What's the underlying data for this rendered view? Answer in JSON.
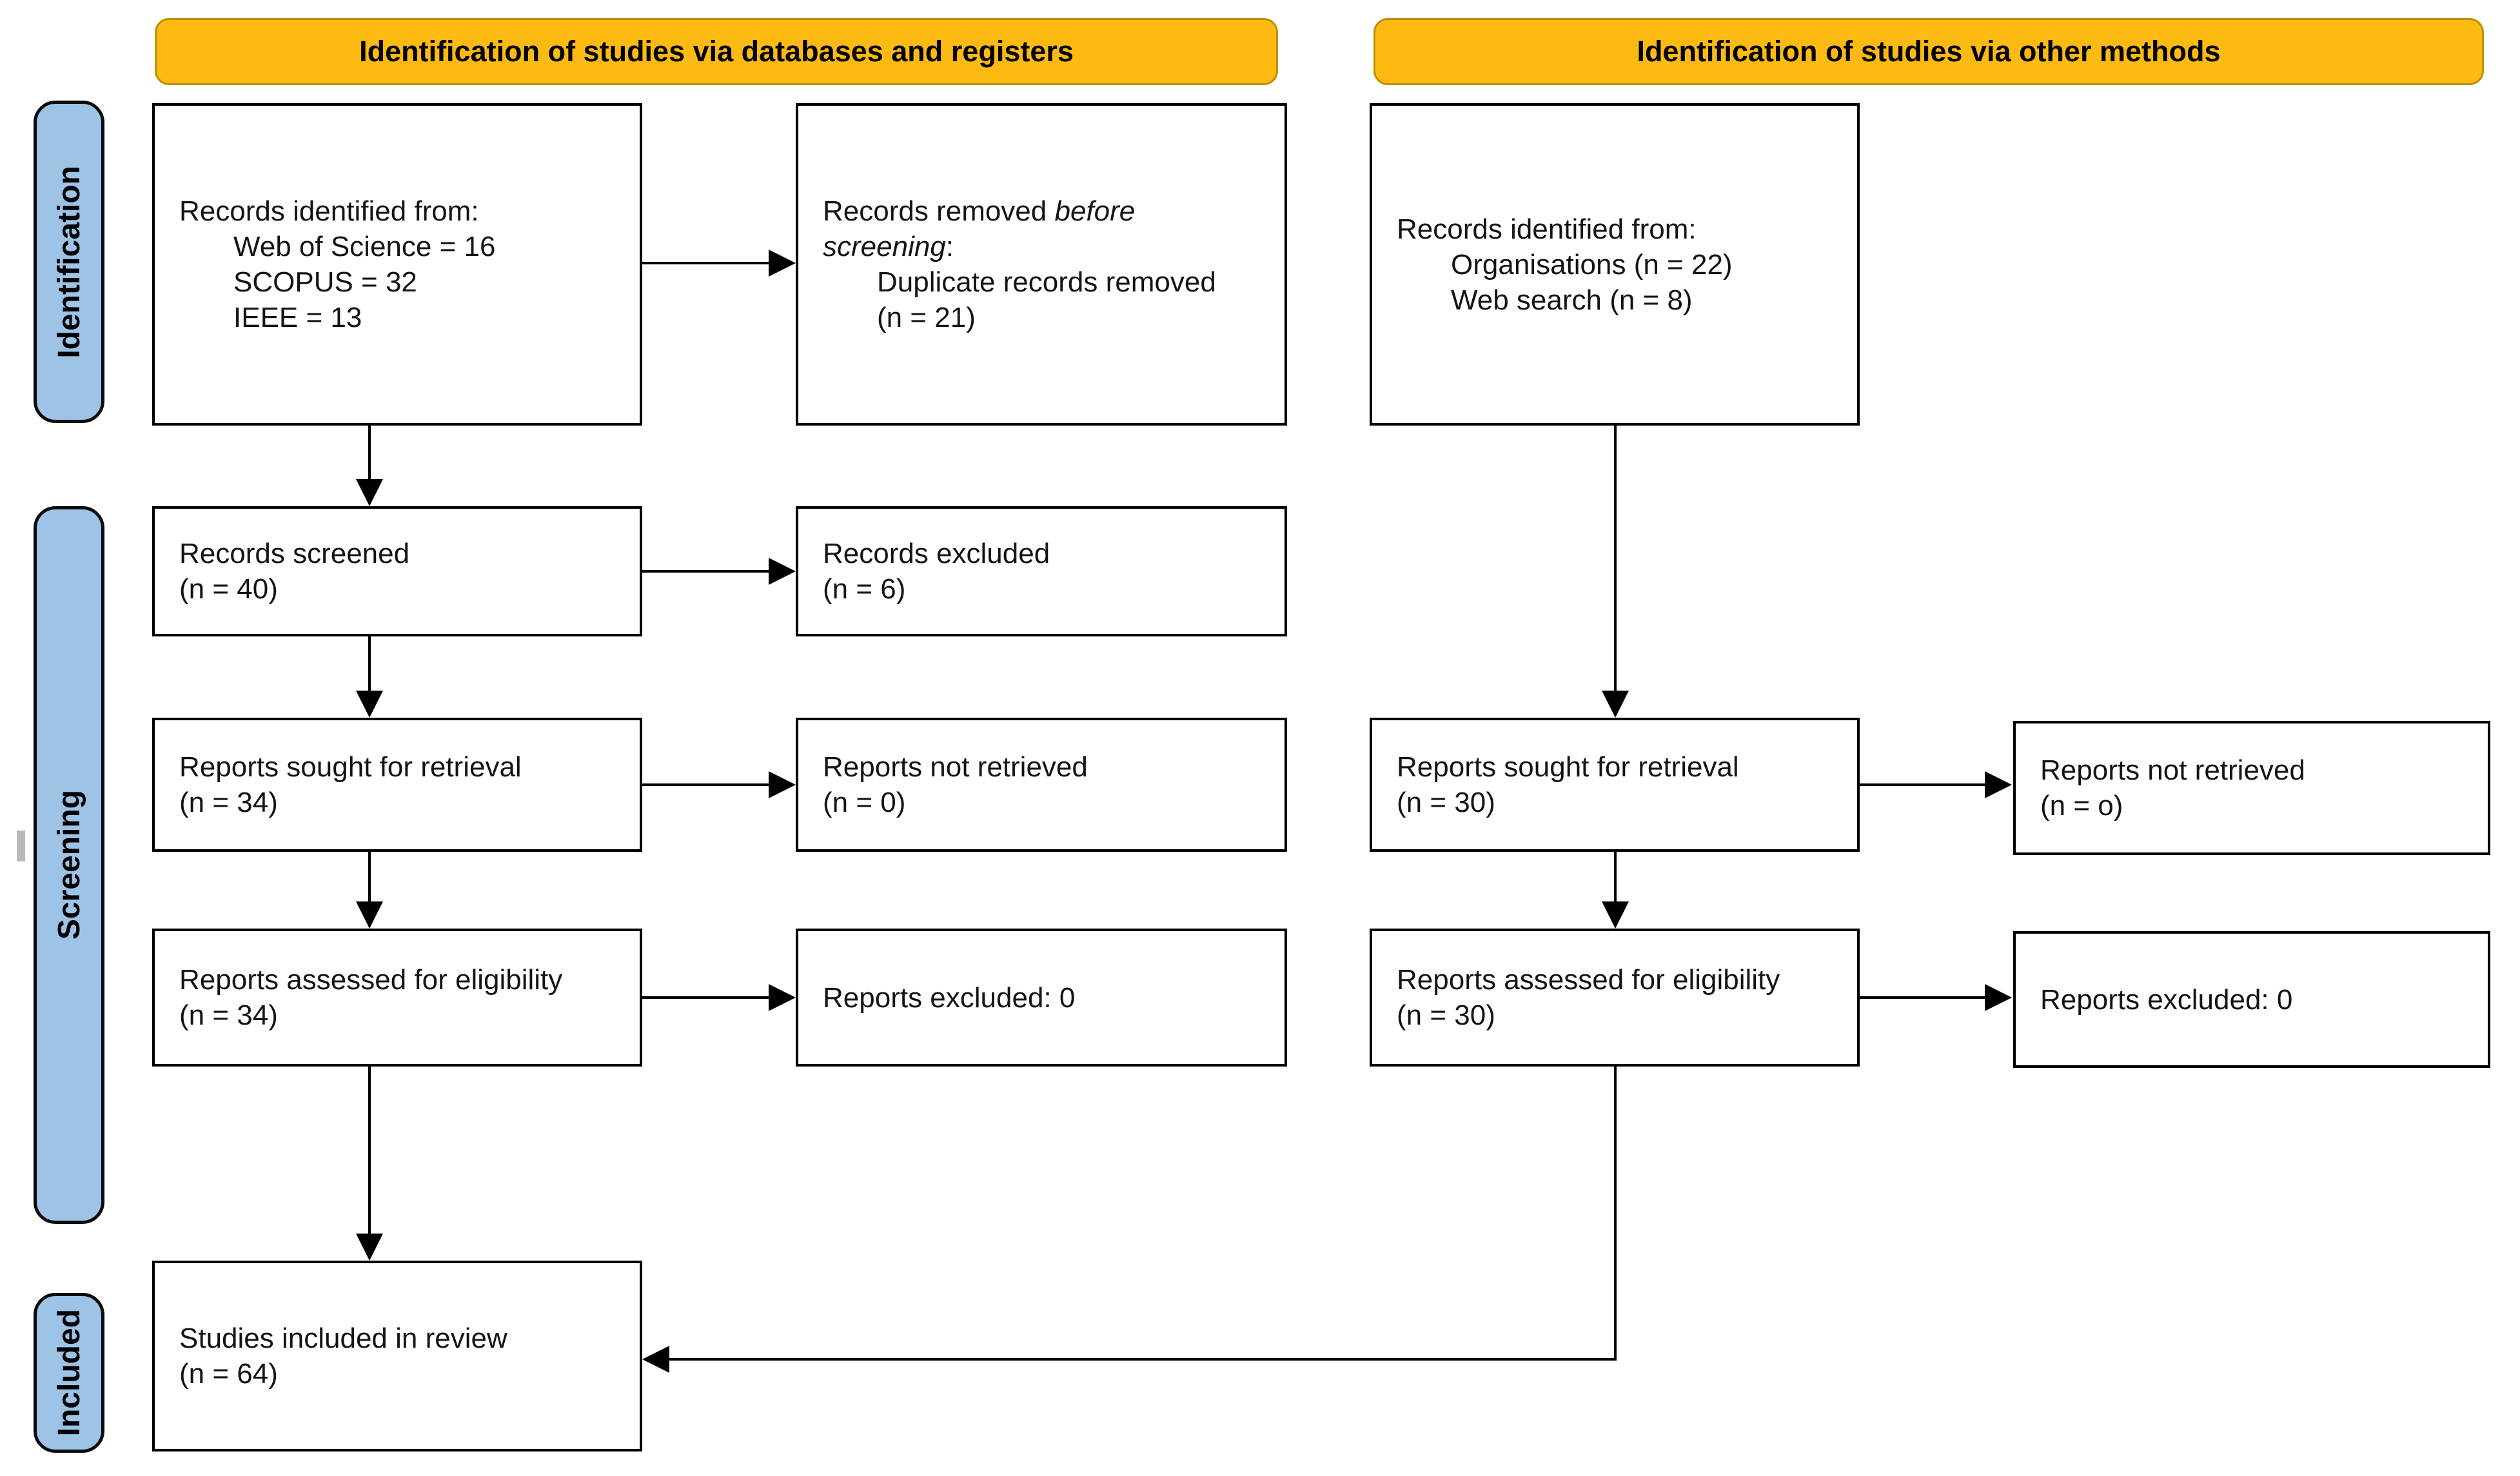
{
  "banners": {
    "databases": "Identification of studies via databases and registers",
    "other_methods": "Identification of studies via other methods"
  },
  "stages": {
    "identification": "Identification",
    "screening": "Screening",
    "included": "Included"
  },
  "boxes": {
    "db_records_identified": {
      "lines": [
        {
          "text": "Records identified from:",
          "indent": 0
        },
        {
          "text": "Web of Science = 16",
          "indent": 1
        },
        {
          "text": "SCOPUS = 32",
          "indent": 1
        },
        {
          "text": "IEEE = 13",
          "indent": 1
        }
      ]
    },
    "records_removed": {
      "lines": [
        {
          "parts": [
            {
              "text": "Records removed "
            },
            {
              "text": "before",
              "italic": true
            }
          ],
          "indent": 0
        },
        {
          "parts": [
            {
              "text": "screening",
              "italic": true
            },
            {
              "text": ":"
            }
          ],
          "indent": 0
        },
        {
          "text": "Duplicate records removed",
          "indent": 1
        },
        {
          "text": "(n = 21)",
          "indent": 1
        }
      ]
    },
    "other_records_identified": {
      "lines": [
        {
          "text": "Records identified from:",
          "indent": 0
        },
        {
          "text": "Organisations (n = 22)",
          "indent": 1
        },
        {
          "text": "Web search (n = 8)",
          "indent": 1
        }
      ]
    },
    "records_screened": {
      "lines": [
        {
          "text": "Records screened",
          "indent": 0
        },
        {
          "text": "(n = 40)",
          "indent": 0
        }
      ]
    },
    "records_excluded": {
      "lines": [
        {
          "text": "Records excluded",
          "indent": 0
        },
        {
          "text": "(n = 6)",
          "indent": 0
        }
      ]
    },
    "db_reports_sought": {
      "lines": [
        {
          "text": "Reports sought for retrieval",
          "indent": 0
        },
        {
          "text": "(n = 34)",
          "indent": 0
        }
      ]
    },
    "db_reports_not_retrieved": {
      "lines": [
        {
          "text": "Reports not retrieved",
          "indent": 0
        },
        {
          "text": "(n = 0)",
          "indent": 0
        }
      ]
    },
    "other_reports_sought": {
      "lines": [
        {
          "text": "Reports sought for retrieval",
          "indent": 0
        },
        {
          "text": "(n = 30)",
          "indent": 0
        }
      ]
    },
    "other_reports_not_retrieved": {
      "lines": [
        {
          "text": "Reports not retrieved",
          "indent": 0
        },
        {
          "text": "(n = o)",
          "indent": 0
        }
      ]
    },
    "db_reports_assessed": {
      "lines": [
        {
          "text": "Reports assessed for eligibility",
          "indent": 0
        },
        {
          "text": "(n = 34)",
          "indent": 0
        }
      ]
    },
    "db_reports_excluded": {
      "lines": [
        {
          "text": "Reports excluded: 0",
          "indent": 0
        }
      ]
    },
    "other_reports_assessed": {
      "lines": [
        {
          "text": "Reports assessed for eligibility",
          "indent": 0
        },
        {
          "text": "(n = 30)",
          "indent": 0
        }
      ]
    },
    "other_reports_excluded": {
      "lines": [
        {
          "text": "Reports excluded: 0",
          "indent": 0
        }
      ]
    },
    "studies_included": {
      "lines": [
        {
          "text": "Studies included in review",
          "indent": 0
        },
        {
          "text": "(n = 64)",
          "indent": 0
        }
      ]
    }
  },
  "colors": {
    "banner_fill": "#FCBA12",
    "banner_border": "#BF8F00",
    "stage_fill": "#9DC3E6",
    "line_and_box_border": "#000000"
  }
}
